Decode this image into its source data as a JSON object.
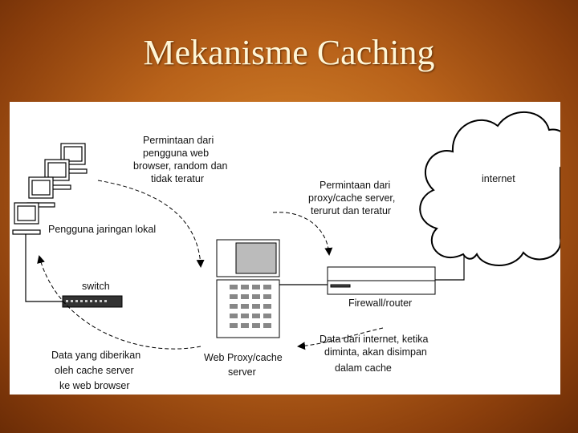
{
  "slide": {
    "title": "Mekanisme Caching"
  },
  "diagram": {
    "label_user_request": [
      "Permintaan dari",
      "pengguna web",
      "browser, random dan",
      "tidak teratur"
    ],
    "label_proxy_request": [
      "Permintaan dari",
      "proxy/cache server,",
      "terurut dan teratur"
    ],
    "label_internet": "internet",
    "label_local_users": "Pengguna jaringan lokal",
    "label_switch": "switch",
    "label_firewall": "Firewall/router",
    "label_proxy_server": [
      "Web Proxy/cache",
      "server"
    ],
    "label_internet_data": [
      "Data dari internet, ketika",
      "diminta, akan disimpan",
      "dalam cache"
    ],
    "label_cache_data": [
      "Data yang diberikan",
      "oleh cache server",
      "ke web browser"
    ]
  },
  "colors": {
    "background": "#b8621a",
    "title_text": "#fff6d6",
    "panel": "#ffffff"
  }
}
